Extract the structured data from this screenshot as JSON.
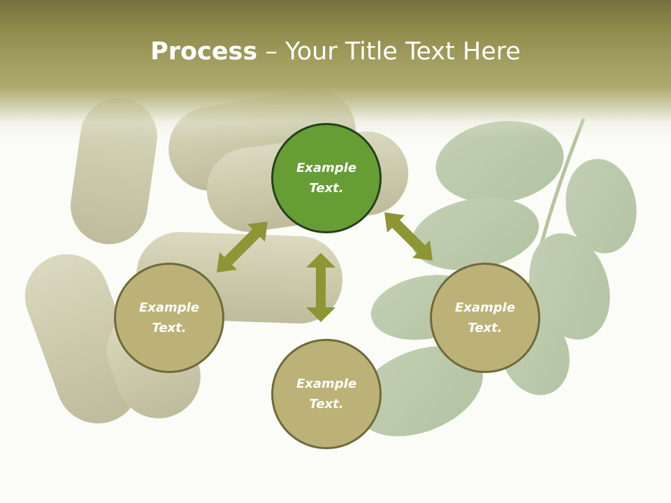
{
  "slide": {
    "title_bold": "Process",
    "title_dash": " – ",
    "title_rest": "Your Title Text Here"
  },
  "nodes": {
    "top": {
      "line1": "Example",
      "line2": "Text."
    },
    "left": {
      "line1": "Example",
      "line2": "Text."
    },
    "right": {
      "line1": "Example",
      "line2": "Text."
    },
    "bottom": {
      "line1": "Example",
      "line2": "Text."
    }
  },
  "colors": {
    "band": "#a39f60",
    "node_fill": "#bcb277",
    "node_border": "#6f6a3b",
    "center_fill": "#679d35",
    "center_border": "#24421a",
    "arrow": "#8d9534"
  }
}
